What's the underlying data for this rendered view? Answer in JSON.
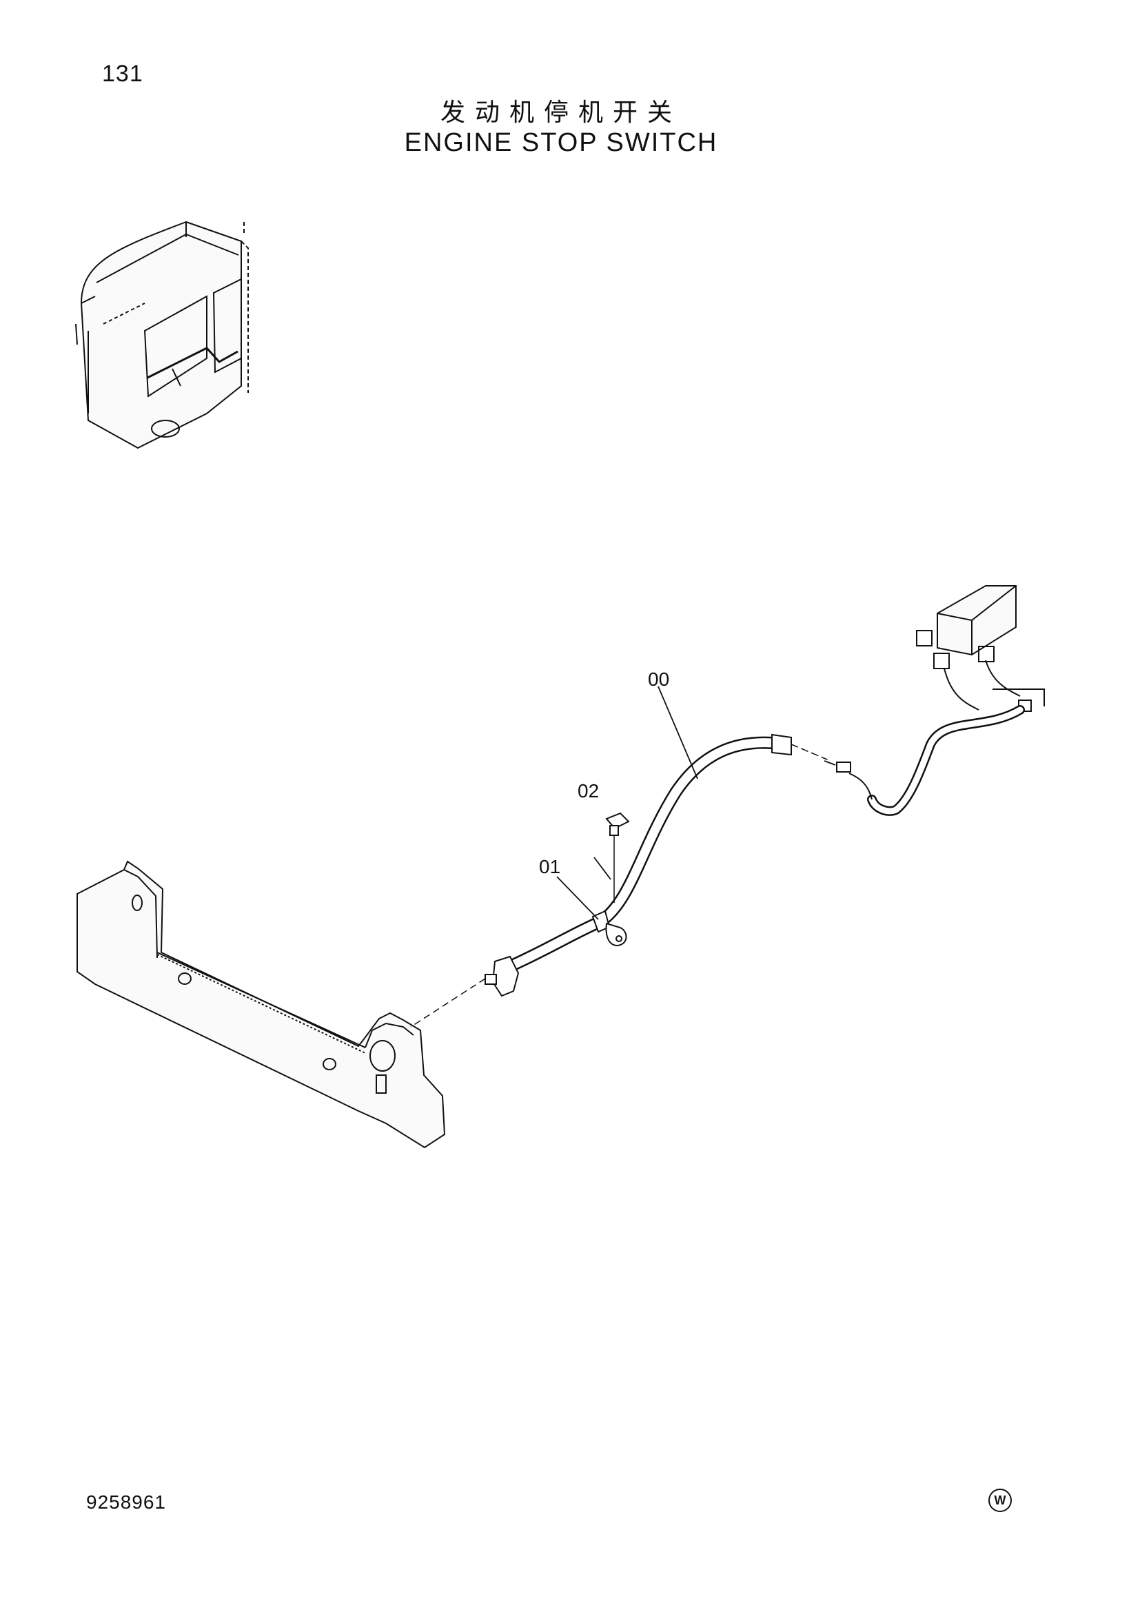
{
  "page": {
    "number": "131",
    "title_zh": "发动机停机开关",
    "title_en": "ENGINE STOP SWITCH",
    "document_number": "9258961",
    "mark": "W"
  },
  "callouts": [
    {
      "id": "00",
      "label": "00"
    },
    {
      "id": "01",
      "label": "01"
    },
    {
      "id": "02",
      "label": "02"
    }
  ]
}
